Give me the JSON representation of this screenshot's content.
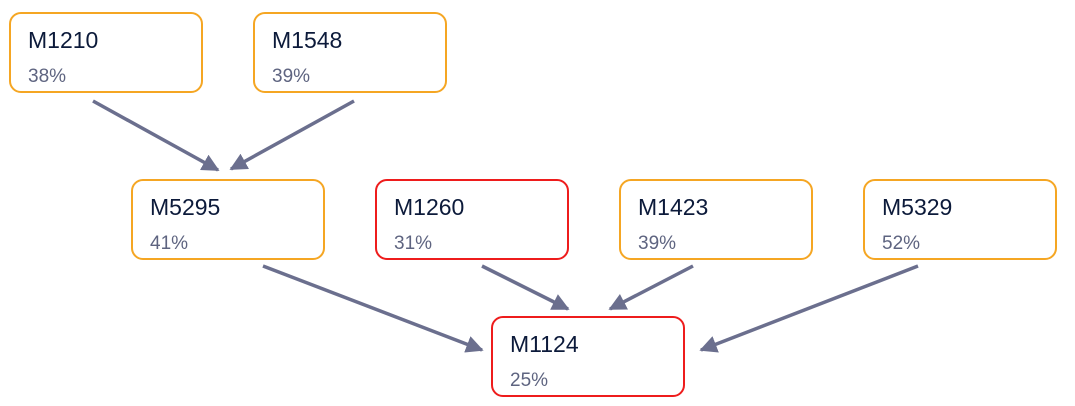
{
  "colors": {
    "warning": "#f5a623",
    "critical": "#ee1c1c",
    "edge": "#6b6f8e"
  },
  "nodes": [
    {
      "id": "M1210",
      "name": "M1210",
      "percent": "38%",
      "status": "warning"
    },
    {
      "id": "M1548",
      "name": "M1548",
      "percent": "39%",
      "status": "warning"
    },
    {
      "id": "M5295",
      "name": "M5295",
      "percent": "41%",
      "status": "warning"
    },
    {
      "id": "M1260",
      "name": "M1260",
      "percent": "31%",
      "status": "critical"
    },
    {
      "id": "M1423",
      "name": "M1423",
      "percent": "39%",
      "status": "warning"
    },
    {
      "id": "M5329",
      "name": "M5329",
      "percent": "52%",
      "status": "warning"
    },
    {
      "id": "M1124",
      "name": "M1124",
      "percent": "25%",
      "status": "critical"
    }
  ],
  "edges": [
    {
      "from": "M1210",
      "to": "M5295"
    },
    {
      "from": "M1548",
      "to": "M5295"
    },
    {
      "from": "M5295",
      "to": "M1124"
    },
    {
      "from": "M1260",
      "to": "M1124"
    },
    {
      "from": "M1423",
      "to": "M1124"
    },
    {
      "from": "M5329",
      "to": "M1124"
    }
  ]
}
